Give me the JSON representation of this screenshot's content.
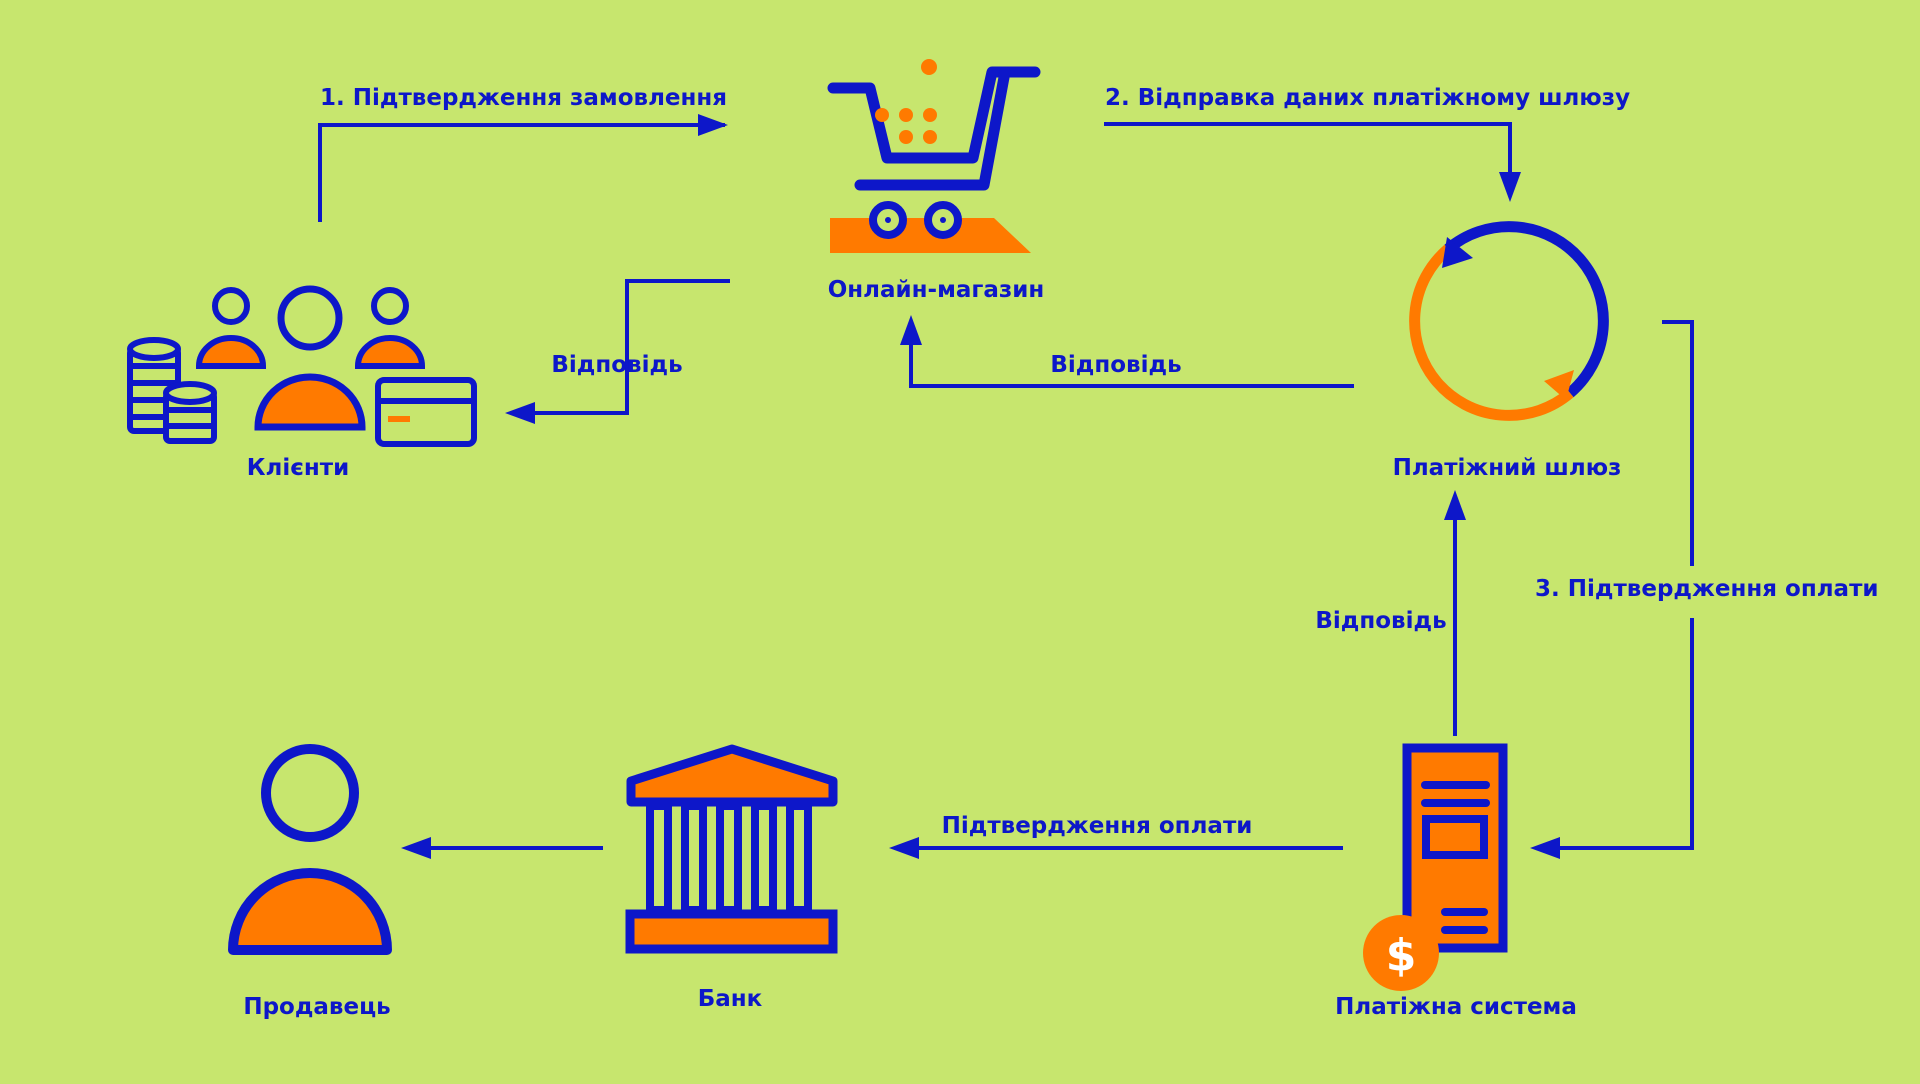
{
  "colors": {
    "background": "#c7e66e",
    "primary": "#0d17c9",
    "accent": "#ff7a00",
    "accent_text": "#ffffff"
  },
  "nodes": {
    "clients": {
      "label": "Клієнти",
      "icon": "clients-icon"
    },
    "online_store": {
      "label": "Онлайн-магазин",
      "icon": "shopping-cart-icon"
    },
    "payment_gateway": {
      "label": "Платіжний шлюз",
      "icon": "refresh-cycle-icon"
    },
    "payment_system": {
      "label": "Платіжна система",
      "icon": "payment-terminal-icon"
    },
    "bank": {
      "label": "Банк",
      "icon": "bank-building-icon"
    },
    "seller": {
      "label": "Продавець",
      "icon": "user-icon"
    }
  },
  "edges": {
    "order_confirmation": {
      "label": "1. Підтвердження замовлення"
    },
    "send_to_gateway": {
      "label": "2. Відправка даних платіжному шлюзу"
    },
    "payment_confirmation_3": {
      "label": "3. Підтвердження оплати"
    },
    "response_store_to_clients": {
      "label": "Відповідь"
    },
    "response_gateway_to_store": {
      "label": "Відповідь"
    },
    "response_system_to_gateway": {
      "label": "Відповідь"
    },
    "payment_confirmation_to_bank": {
      "label": "Підтвердження оплати"
    }
  },
  "dollar_sign": "$"
}
